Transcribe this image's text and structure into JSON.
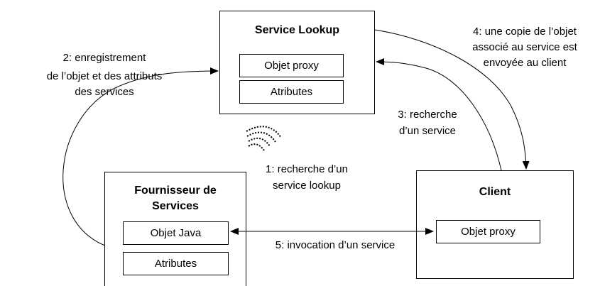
{
  "service_lookup": {
    "title": "Service Lookup",
    "items": [
      "Objet proxy",
      "Atributes"
    ]
  },
  "fournisseur": {
    "title_line1": "Fournisseur de",
    "title_line2": "Services",
    "items": [
      "Objet Java",
      "Atributes"
    ]
  },
  "client": {
    "title": "Client",
    "items": [
      "Objet proxy"
    ]
  },
  "steps": {
    "step1": [
      "1: recherche d’un",
      "service lookup"
    ],
    "step2": [
      "2: enregistrement",
      "de l’objet et des attributs",
      "des services"
    ],
    "step3": [
      "3: recherche",
      "d’un service"
    ],
    "step4": [
      "4: une copie de l’objet",
      "associé au service est",
      "envoyée au client"
    ],
    "step5": "5: invocation d’un service"
  }
}
